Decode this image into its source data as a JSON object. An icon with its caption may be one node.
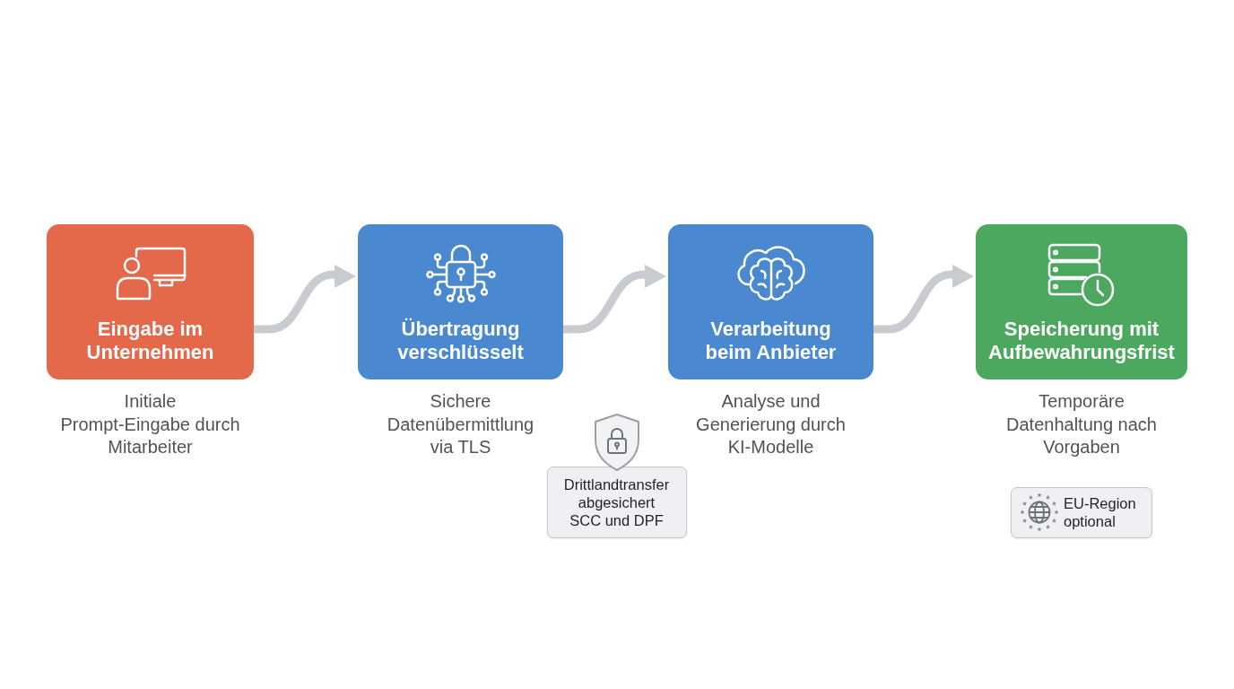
{
  "diagram": {
    "nodes": [
      {
        "text": [
          "Eingabe im Unternehmen"
        ],
        "beside": [
          "Initiale Prompt-Eingabe durch Mitarbeiter"
        ]
      },
      {
        "text": [
          "Übertragung verschlüsselt"
        ],
        "beside": [
          "Sichere Datenübermittlung via TLS"
        ]
      },
      {
        "text": [
          "Verarbeitung beim Anbieter"
        ],
        "beside": [
          "Analyse und Generierung durch KI-Modelle"
        ]
      },
      {
        "text": [
          "Speicherung mit Aufbewahrungsfrist"
        ],
        "beside": [
          "Temporäre Datenhaltung nach Vorgaben"
        ]
      },
      {
        "text": [
          "Drittlandtransfer abgesichert SCC und DPF"
        ]
      },
      {
        "text": [
          "EU-Region optional"
        ]
      }
    ],
    "edges": [
      {
        "from": 0,
        "to": 1,
        "arrow": "to"
      },
      {
        "from": 1,
        "to": 2,
        "arrow": "to"
      },
      {
        "from": 2,
        "to": 3,
        "arrow": "to"
      }
    ]
  }
}
